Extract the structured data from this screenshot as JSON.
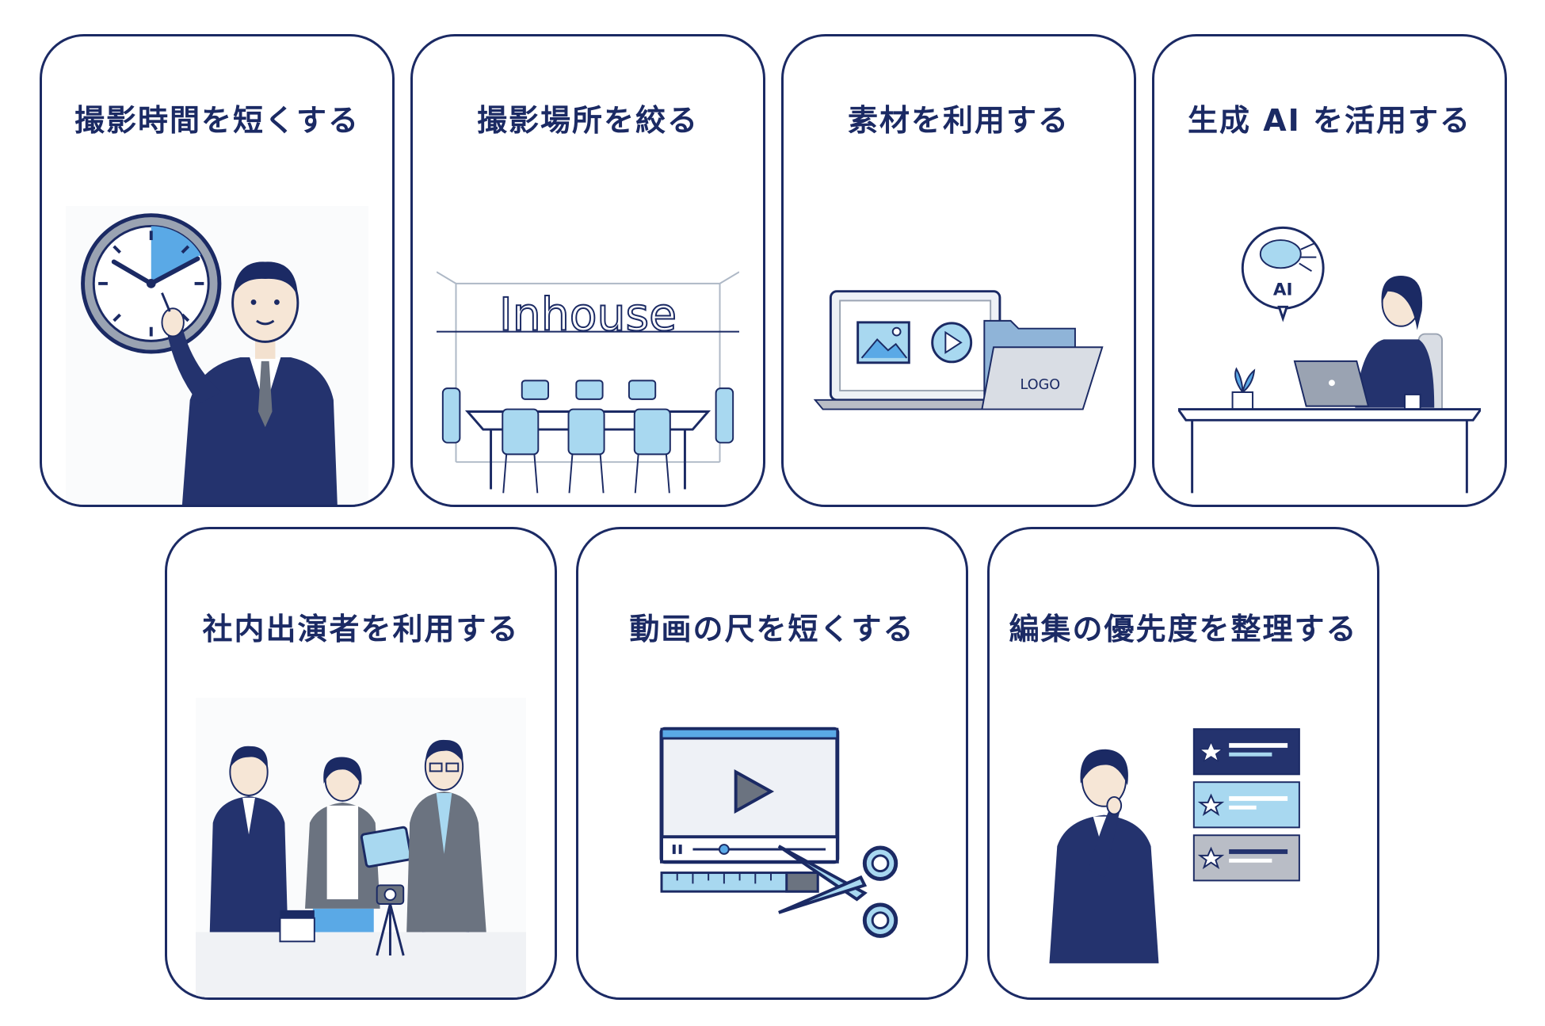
{
  "colors": {
    "navy": "#1b2a64",
    "accent": "#5aa9e6",
    "light_blue": "#a8d8f0",
    "gray": "#b9bdc6"
  },
  "cards": [
    {
      "title": "撮影時間を短くする",
      "icon": "clock-with-businessman-icon"
    },
    {
      "title": "撮影場所を絞る",
      "icon": "meeting-room-icon",
      "sign_text": "Inhouse"
    },
    {
      "title": "素材を利用する",
      "icon": "laptop-with-folder-icon",
      "folder_text": "LOGO"
    },
    {
      "title": "生成 AI を活用する",
      "icon": "ai-laptop-woman-icon",
      "badge_text": "AI"
    },
    {
      "title": "社内出演者を利用する",
      "icon": "staff-group-icon"
    },
    {
      "title": "動画の尺を短くする",
      "icon": "video-scissors-icon"
    },
    {
      "title": "編集の優先度を整理する",
      "icon": "priority-list-woman-icon"
    }
  ]
}
